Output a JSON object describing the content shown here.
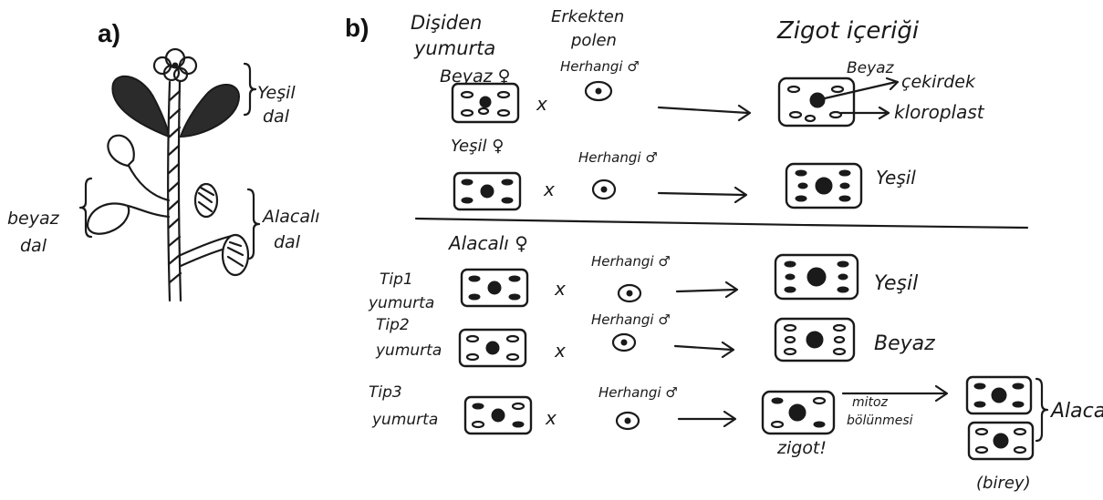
{
  "panels": {
    "a": "a)",
    "b": "b)"
  },
  "plant": {
    "green_branch": [
      "Yeşil",
      "dal"
    ],
    "white_branch": [
      "beyaz",
      "dal"
    ],
    "variegated_branch": [
      "Alacalı",
      "dal"
    ]
  },
  "headers": {
    "female": [
      "Dişiden",
      "yumurta"
    ],
    "male": [
      "Erkekten",
      "polen"
    ],
    "zygote": "Zigot içeriği"
  },
  "labels": {
    "white_female": "Beyaz ♀",
    "green_female": "Yeşil ♀",
    "variegated_female": "Alacalı ♀",
    "any_male": "Herhangi ♂",
    "cross": "x",
    "white_top_result": "Beyaz",
    "nucleus": "çekirdek",
    "chloroplast": "kloroplast",
    "green_result": "Yeşil"
  },
  "types": [
    {
      "name": [
        "Tip1",
        "yumurta"
      ],
      "result": "Yeşil"
    },
    {
      "name": [
        "Tip2",
        "yumurta"
      ],
      "result": "Beyaz"
    },
    {
      "name": [
        "Tip3",
        "yumurta"
      ],
      "result": ""
    }
  ],
  "tip3": {
    "zygote_label": "zigot!",
    "division": [
      "mitoz",
      "bölünmesi"
    ],
    "result": "Alaca",
    "note": "(birey)"
  }
}
